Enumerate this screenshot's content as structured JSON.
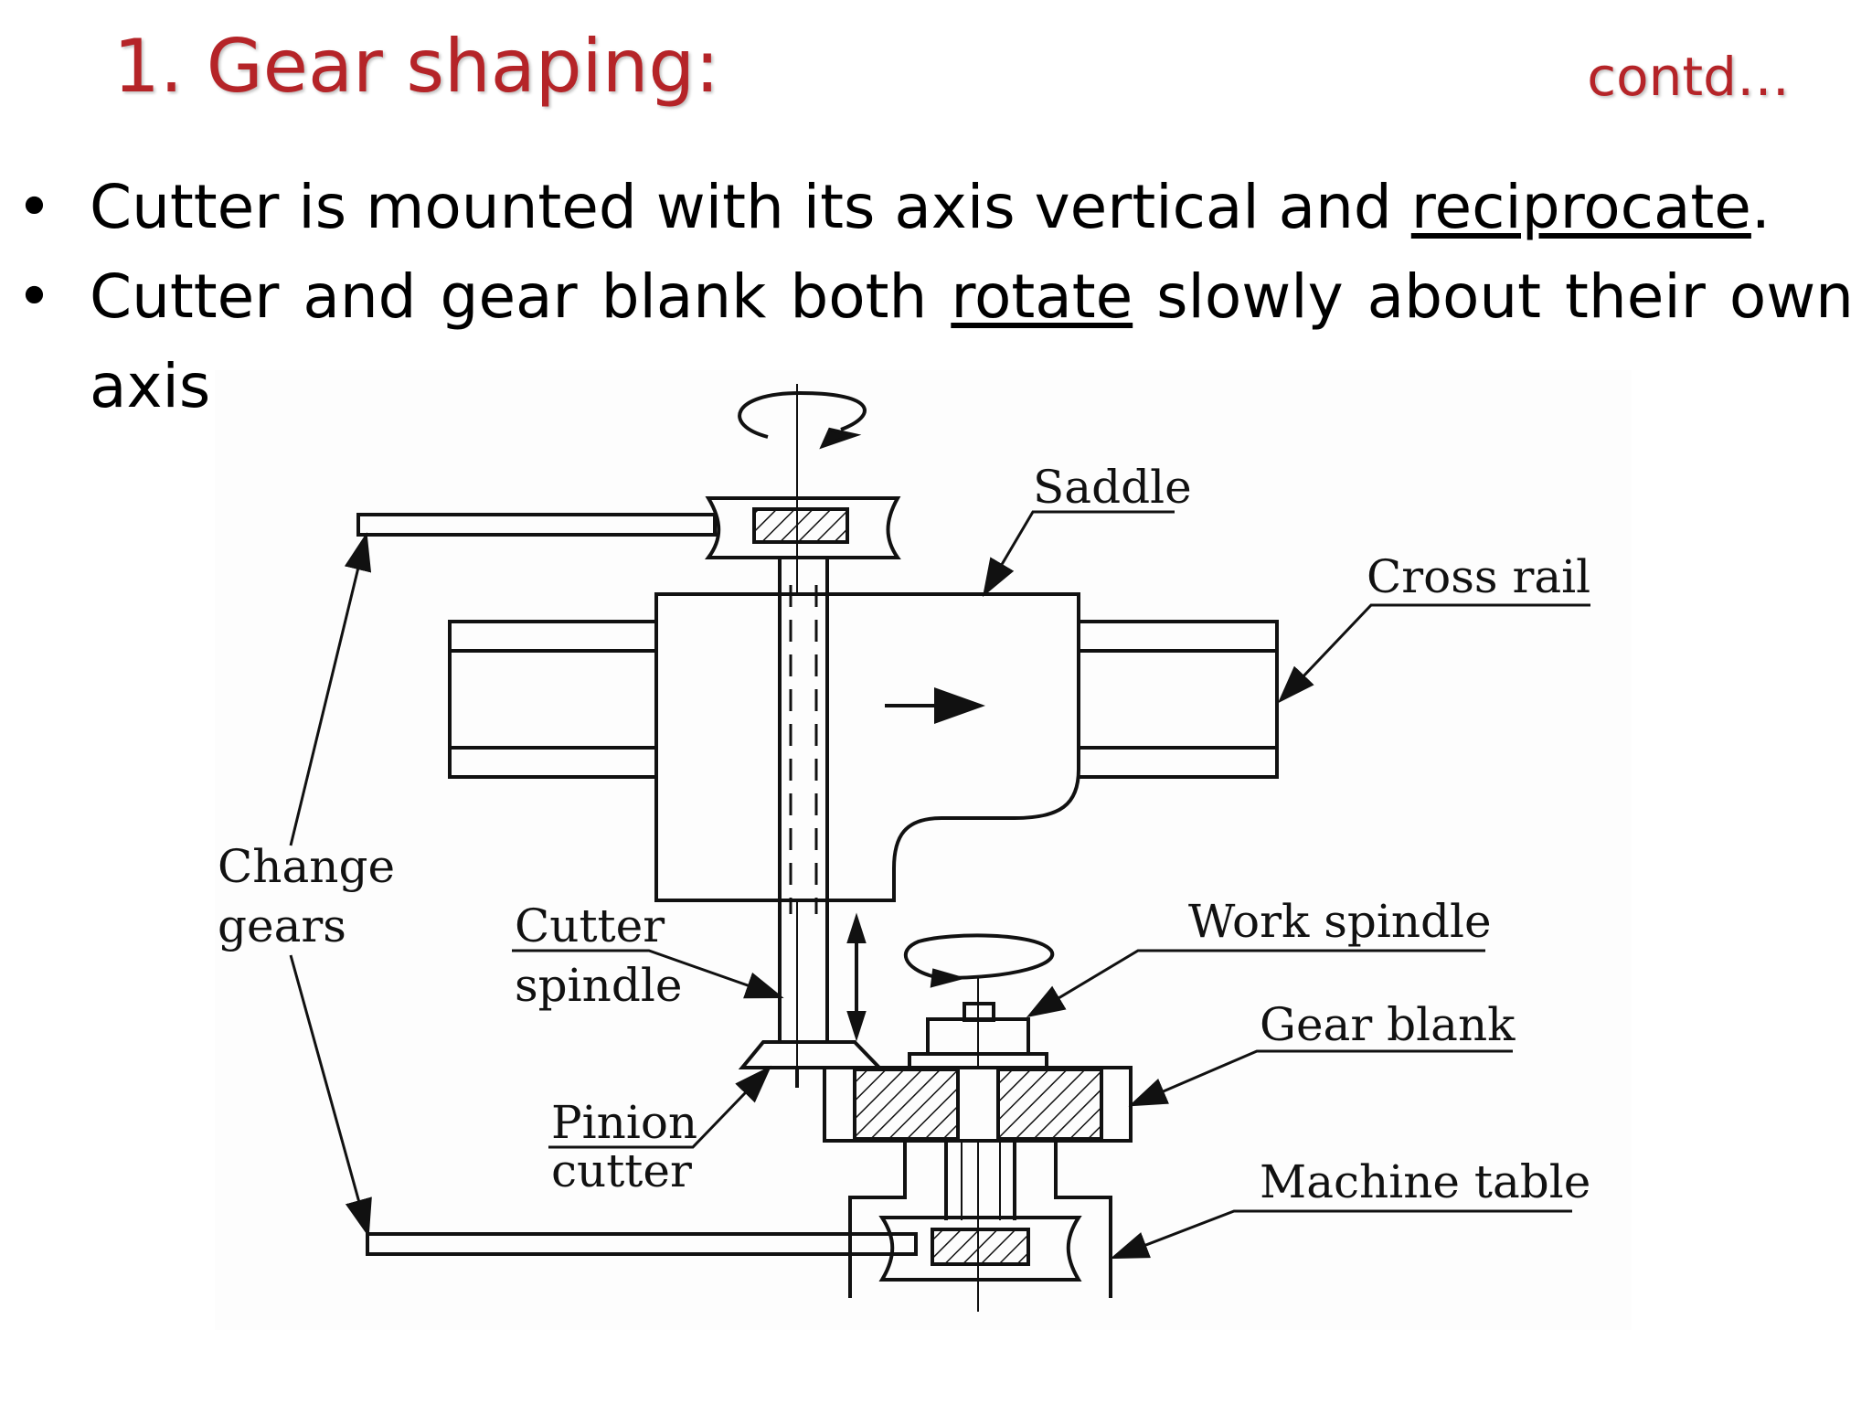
{
  "slide": {
    "title": "1. Gear shaping:",
    "contd": "contd…"
  },
  "bullets": [
    {
      "before": "Cutter is mounted with its axis vertical and ",
      "underlined": "reciprocate",
      "after": "."
    },
    {
      "before": "Cutter and gear blank both ",
      "underlined": "rotate",
      "after": " slowly about their own axis."
    }
  ],
  "diagram": {
    "labels": {
      "saddle": "Saddle",
      "cross_rail": "Cross rail",
      "change_gears_1": "Change",
      "change_gears_2": "gears",
      "cutter_spindle_1": "Cutter",
      "cutter_spindle_2": "spindle",
      "work_spindle": "Work spindle",
      "gear_blank": "Gear blank",
      "pinion_cutter_1": "Pinion",
      "pinion_cutter_2": "cutter",
      "machine_table": "Machine table"
    }
  }
}
